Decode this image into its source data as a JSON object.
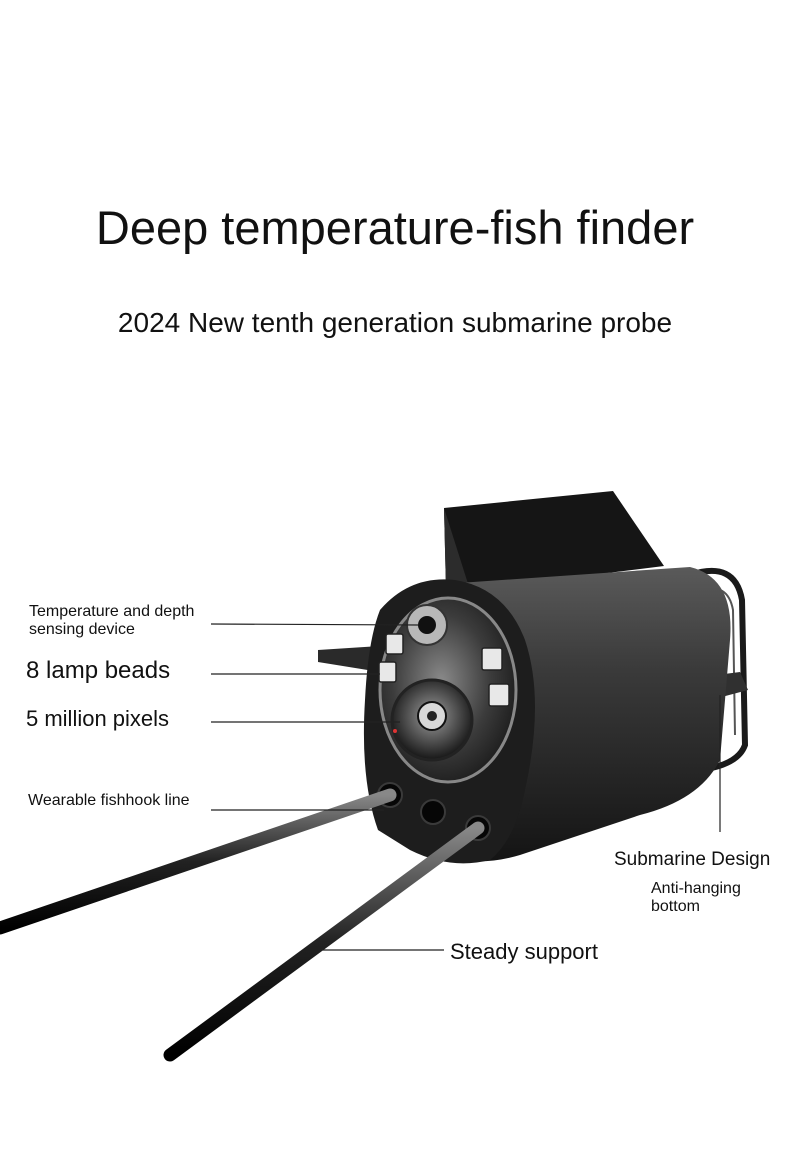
{
  "header": {
    "title": "Deep temperature-fish finder",
    "subtitle": "2024 New tenth generation submarine probe"
  },
  "callouts": {
    "temperature_sensor": "Temperature and depth sensing device",
    "lamp_beads": "8 lamp beads",
    "pixels": "5 million pixels",
    "fishhook_line": "Wearable fishhook line",
    "submarine_design": "Submarine Design",
    "anti_hanging": "Anti-hanging bottom",
    "steady_support": "Steady support"
  },
  "colors": {
    "background": "#ffffff",
    "text": "#111111",
    "probe_body": "#1a1a1a",
    "probe_highlight": "#555555"
  }
}
